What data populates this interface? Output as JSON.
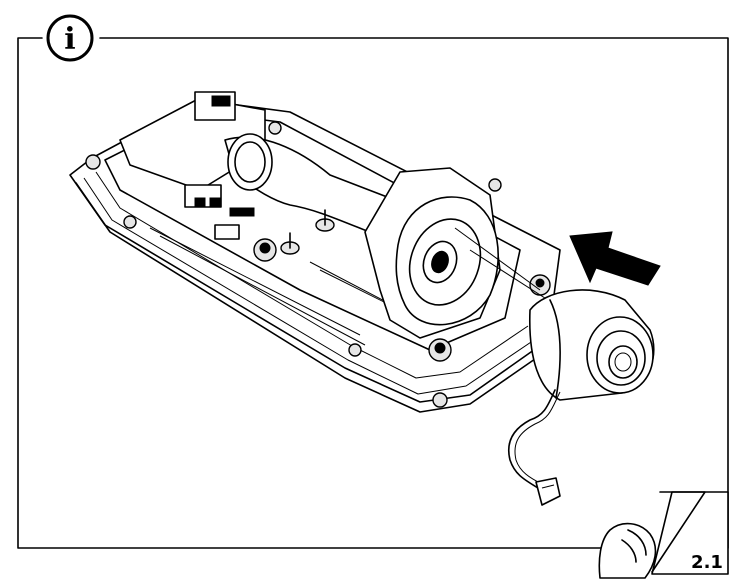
{
  "info_badge": {
    "letter": "i",
    "icon": "info-icon"
  },
  "step": {
    "label": "2.1",
    "icon": "wipe-hand-icon"
  },
  "illustration": {
    "subject": "camera-housing-base",
    "lens_icon": "camera-lens-icon",
    "arrow_icon": "insert-arrow-icon"
  }
}
